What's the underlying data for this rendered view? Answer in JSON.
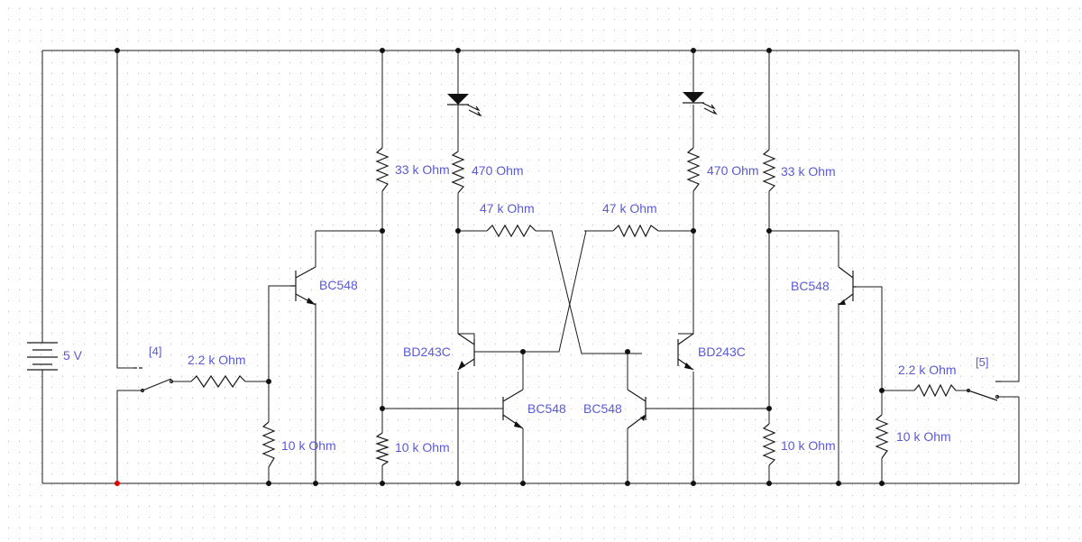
{
  "colors": {
    "wire": "#1a1a1a",
    "label": "#5a5ad6",
    "ground_node": "#e00000",
    "grid_dot": "#b5b5b5"
  },
  "labels": {
    "battery_5v": "5 V",
    "switch_left_ref": "[4]",
    "switch_right_ref": "[5]",
    "r_left_input": "2.2 k Ohm",
    "r_right_input": "2.2 k Ohm",
    "r_left_pulldown": "10 k Ohm",
    "r_left_base_pulldown": "10 k Ohm",
    "r_right_base_pulldown": "10 k Ohm",
    "r_right_pulldown": "10 k Ohm",
    "r_left_pullup": "33 k Ohm",
    "r_right_pullup": "33 k Ohm",
    "r_left_led": "470  Ohm",
    "r_right_led": "470  Ohm",
    "r_left_cross": "47 k Ohm",
    "r_right_cross": "47 k Ohm",
    "q_left_input": "BC548",
    "q_right_input": "BC548",
    "q_left_power": "BD243C",
    "q_right_power": "BD243C",
    "q_left_latch": "BC548",
    "q_right_latch": "BC548"
  }
}
